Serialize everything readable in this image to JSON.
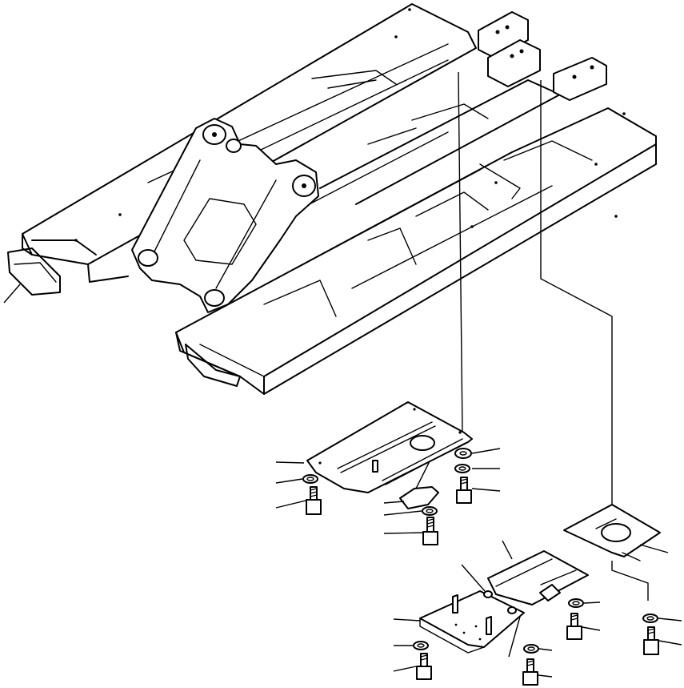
{
  "figure": {
    "type": "exploded-parts-diagram",
    "background": "#ffffff",
    "line_color": "#000000",
    "callouts_unlabeled": true,
    "parts": [
      {
        "name": "frame",
        "icon": "track-frame-icon"
      },
      {
        "name": "upper-cover-plate",
        "icon": "plate-icon"
      },
      {
        "name": "small-plate",
        "icon": "plate-icon"
      },
      {
        "name": "lower-cover-plate-a",
        "icon": "plate-icon"
      },
      {
        "name": "lower-cover-plate-b",
        "icon": "plate-icon"
      },
      {
        "name": "washer",
        "icon": "washer-icon"
      },
      {
        "name": "bolt",
        "icon": "bolt-icon"
      }
    ]
  }
}
